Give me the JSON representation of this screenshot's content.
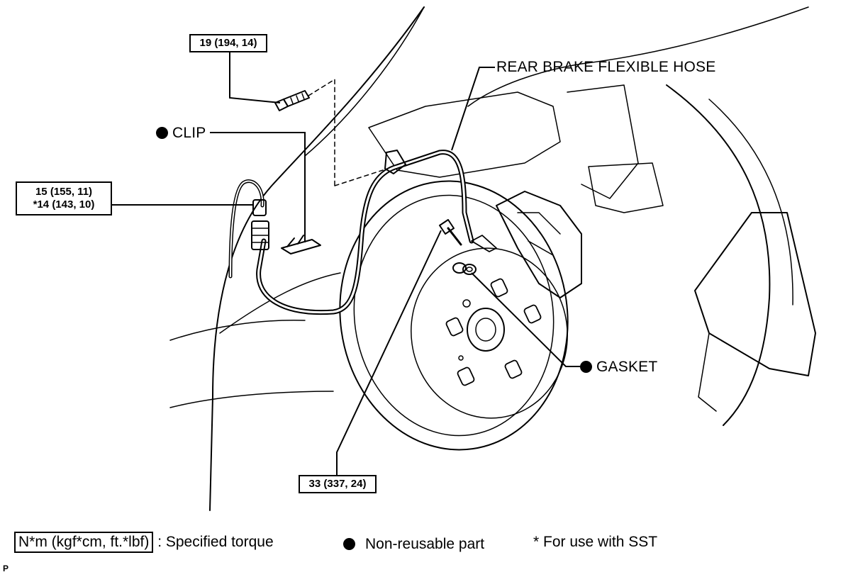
{
  "callouts": {
    "hose": "REAR BRAKE FLEXIBLE HOSE",
    "clip": "CLIP",
    "gasket": "GASKET"
  },
  "torques": {
    "bracket_bolt": "19 (194, 14)",
    "flare_nut_line1": "15 (155, 11)",
    "flare_nut_line2": "*14 (143, 10)",
    "hose_bolt": "33 (337, 24)"
  },
  "legend": {
    "torque_unit": "N*m (kgf*cm, ft.*lbf)",
    "torque_desc": ": Specified torque",
    "non_reusable": "Non-reusable part",
    "sst_note": "* For use with SST"
  },
  "figure_code": "P",
  "colors": {
    "line": "#000000",
    "background": "#ffffff"
  },
  "icons": {
    "non_reusable_marker": "filled-circle-icon"
  }
}
